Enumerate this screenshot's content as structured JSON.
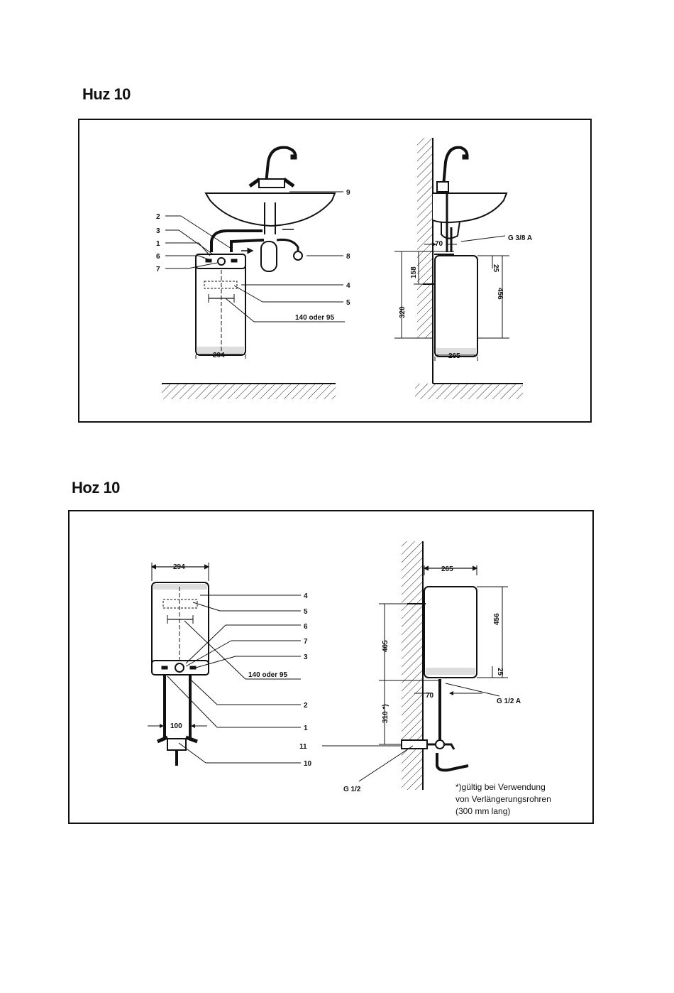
{
  "sections": [
    {
      "title": "Huz 10",
      "front_labels": [
        "2",
        "3",
        "1",
        "6",
        "7",
        "9",
        "8",
        "4",
        "5"
      ],
      "front_dims": {
        "width": "294",
        "spacing": "140 oder 95"
      },
      "side_dims": {
        "thread": "G 3/8 A",
        "offset": "70",
        "top_gap": "25",
        "mount_height": "158",
        "floor_height": "320",
        "height": "456",
        "depth": "265"
      }
    },
    {
      "title": "Hoz 10",
      "front_labels": [
        "4",
        "5",
        "6",
        "7",
        "3",
        "2",
        "1",
        "11",
        "10"
      ],
      "front_dims": {
        "width": "294",
        "spacing": "140 oder 95",
        "pipe_spacing": "100"
      },
      "side_dims": {
        "depth": "265",
        "height": "456",
        "bottom_gap": "25",
        "mount_height": "405",
        "offset": "70",
        "thread": "G 1/2 A",
        "pipe_length": "310 *)",
        "wall_thread": "G 1/2"
      },
      "footnote": [
        "*)gültig bei Verwendung",
        "von Verlängerungsrohren",
        "(300 mm lang)"
      ]
    }
  ]
}
